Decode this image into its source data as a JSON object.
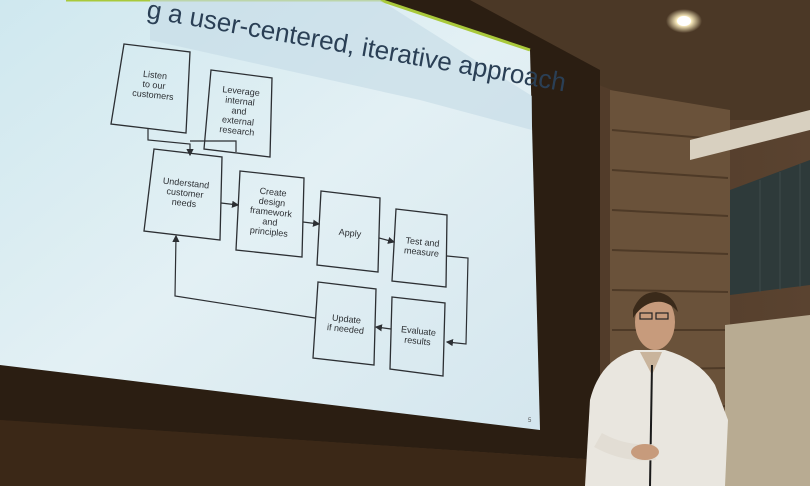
{
  "slide": {
    "title": "g a user-centered, iterative approach",
    "page_number": "5",
    "boxes": {
      "listen": "Listen\nto our\ncustomers",
      "leverage": "Leverage\ninternal\nand\nexternal\nresearch",
      "understand": "Understand\ncustomer\nneeds",
      "create": "Create\ndesign\nframework\nand\nprinciples",
      "apply": "Apply",
      "test": "Test and\nmeasure",
      "evaluate": "Evaluate\nresults",
      "update": "Update\nif needed"
    }
  },
  "colors": {
    "slide_background": "#dfeef4",
    "title_band": "#c9dce6",
    "wall": "#3b2a1a",
    "ceiling_light": "#fff6d8"
  }
}
